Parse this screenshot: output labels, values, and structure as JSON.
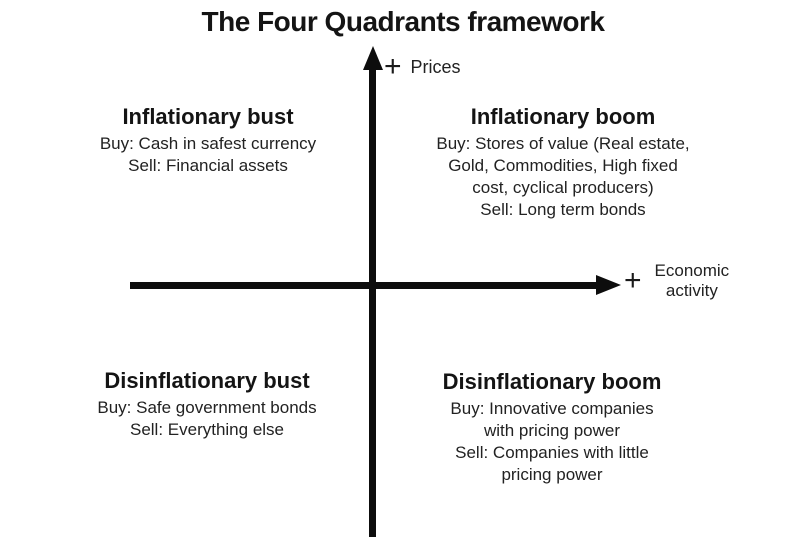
{
  "title": "The Four Quadrants framework",
  "axes": {
    "vertical": {
      "plus": "+",
      "label": "Prices"
    },
    "horizontal": {
      "plus": "+",
      "label_line1": "Economic",
      "label_line2": "activity"
    }
  },
  "quadrants": {
    "top_left": {
      "heading": "Inflationary bust",
      "lines": [
        "Buy: Cash in safest currency",
        "Sell: Financial assets"
      ]
    },
    "top_right": {
      "heading": "Inflationary boom",
      "lines": [
        "Buy: Stores of value (Real estate,",
        "Gold, Commodities, High fixed",
        "cost, cyclical producers)",
        "Sell: Long term bonds"
      ]
    },
    "bottom_left": {
      "heading": "Disinflationary bust",
      "lines": [
        "Buy: Safe government bonds",
        "Sell: Everything else"
      ]
    },
    "bottom_right": {
      "heading": "Disinflationary boom",
      "lines": [
        "Buy: Innovative companies",
        "with pricing power",
        "Sell: Companies with little",
        "pricing power"
      ]
    }
  },
  "colors": {
    "text": "#1a1a1a",
    "axis": "#0d0d0d",
    "background": "#ffffff"
  }
}
